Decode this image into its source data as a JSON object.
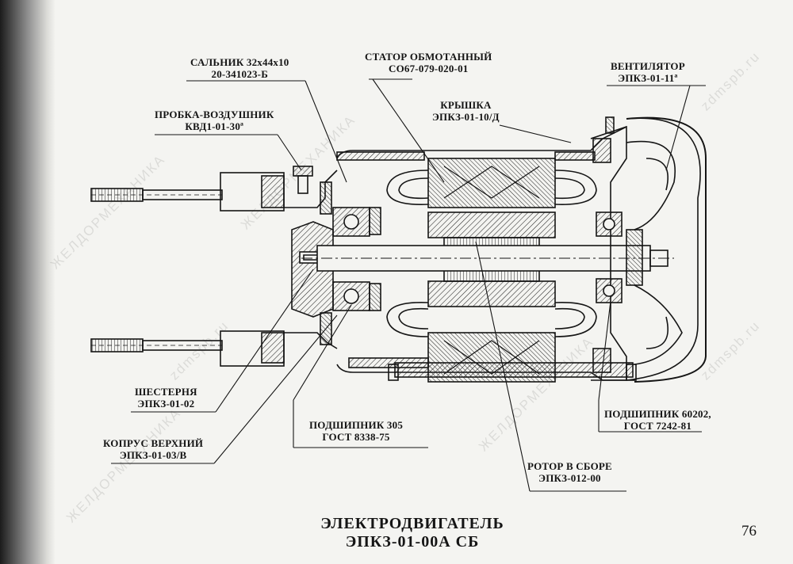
{
  "labels": {
    "salnik": {
      "line1": "САЛЬНИК  32х44х10",
      "line2": "20-341023-Б"
    },
    "stator": {
      "line1": "СТАТОР  ОБМОТАННЫЙ",
      "line2": "СО67-079-020-01"
    },
    "ventilyator": {
      "line1": "ВЕНТИЛЯТОР",
      "line2": "ЭПКЗ-01-11ª"
    },
    "probka": {
      "line1": "ПРОБКА-ВОЗДУШНИК",
      "line2": "КВД1-01-30ª"
    },
    "kryshka": {
      "line1": "КРЫШКА",
      "line2": "ЭПКЗ-01-10/Д"
    },
    "shesternya": {
      "line1": "ШЕСТЕРНЯ",
      "line2": "ЭПКЗ-01-02"
    },
    "podshipnik305": {
      "line1": "ПОДШИПНИК  305",
      "line2": "ГОСТ 8338-75"
    },
    "podshipnik60202": {
      "line1": "ПОДШИПНИК  60202,",
      "line2": "ГОСТ 7242-81"
    },
    "korpus": {
      "line1": "КОПРУС  ВЕРХНИЙ",
      "line2": "ЭПКЗ-01-03/В"
    },
    "rotor": {
      "line1": "РОТОР В СБОРЕ",
      "line2": "ЭПКЗ-012-00"
    }
  },
  "title": {
    "line1": "ЭЛЕКТРОДВИГАТЕЛЬ",
    "line2": "ЭПКЗ-01-00А СБ"
  },
  "page_number": "76",
  "watermarks": [
    "ЖЕЛДОРМЕХАНИКА",
    "zdmspb.ru"
  ],
  "colors": {
    "paper": "#f4f4f1",
    "ink": "#151515",
    "watermark": "rgba(0,0,0,0.10)"
  }
}
